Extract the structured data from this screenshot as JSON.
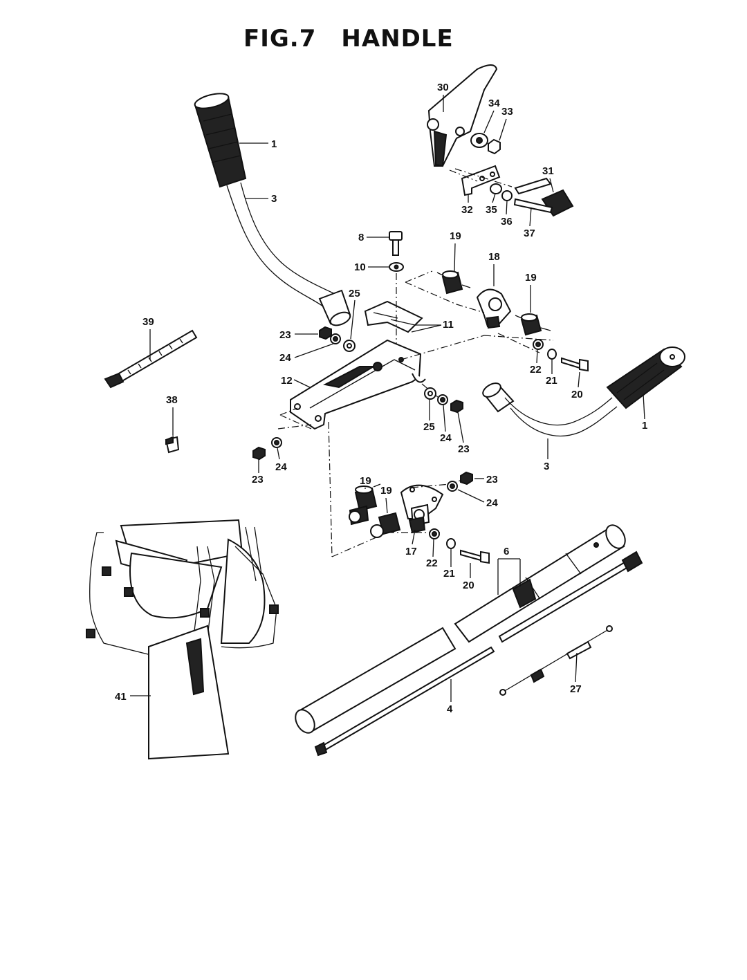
{
  "title": {
    "fig": "FIG.7",
    "name": "HANDLE"
  },
  "labels": {
    "l1a": "1",
    "l3a": "3",
    "l30": "30",
    "l34": "34",
    "l33": "33",
    "l31": "31",
    "l32": "32",
    "l35": "35",
    "l36": "36",
    "l37": "37",
    "l8": "8",
    "l10": "10",
    "l19a": "19",
    "l18": "18",
    "l19b": "19",
    "l25a": "25",
    "l11": "11",
    "l39": "39",
    "l23a": "23",
    "l24a": "24",
    "l12": "12",
    "l22a": "22",
    "l21a": "21",
    "l20a": "20",
    "l1b": "1",
    "l3b": "3",
    "l38": "38",
    "l25b": "25",
    "l24b": "24",
    "l23b": "23",
    "l23c": "23",
    "l24c": "24",
    "l19c": "19",
    "l19d": "19",
    "l23d": "23",
    "l24d": "24",
    "l17": "17",
    "l22b": "22",
    "l21b": "21",
    "l20b": "20",
    "l6": "6",
    "l41": "41",
    "l4": "4",
    "l27": "27"
  }
}
